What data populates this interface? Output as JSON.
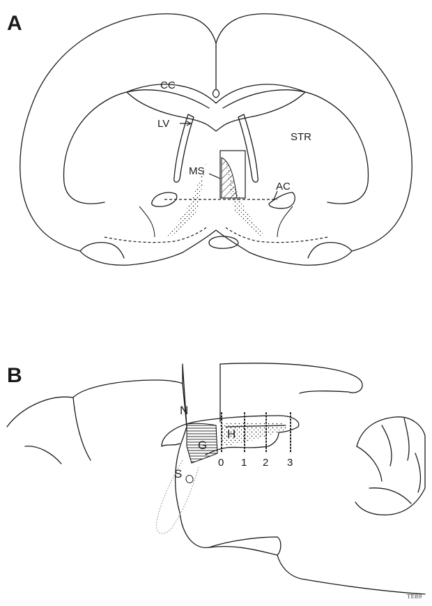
{
  "panel_a": {
    "letter": "A",
    "labels": {
      "cc": "CC",
      "lv": "LV",
      "str": "STR",
      "ms": "MS",
      "ac": "AC"
    }
  },
  "panel_b": {
    "letter": "B",
    "labels": {
      "n": "N",
      "g": "G",
      "h": "H",
      "s": "S"
    },
    "levels": [
      "0",
      "1",
      "2",
      "3"
    ]
  },
  "signature": "TE89"
}
